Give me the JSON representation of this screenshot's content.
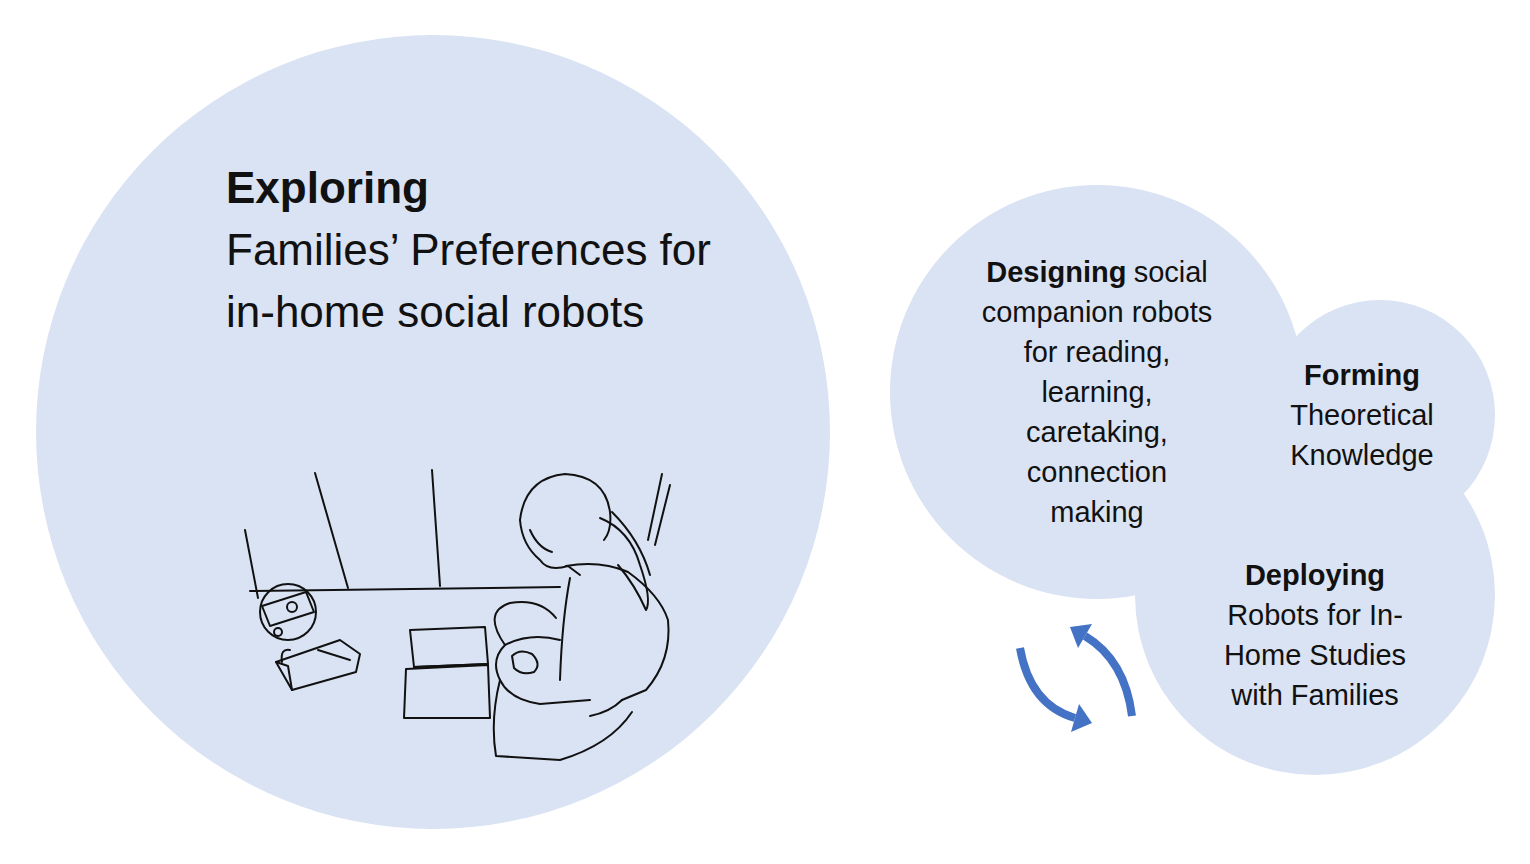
{
  "diagram": {
    "nodes": [
      {
        "text": [
          "Exploring",
          "Families’ Preferences for in-home social robots"
        ]
      },
      {
        "text": [
          "Designing",
          "social companion robots for reading, learning, caretaking, connection making"
        ]
      },
      {
        "text": [
          "Forming",
          "Theoretical Knowledge"
        ]
      },
      {
        "text": [
          "Deploying",
          "Robots for In-Home Studies with Families"
        ]
      }
    ]
  }
}
